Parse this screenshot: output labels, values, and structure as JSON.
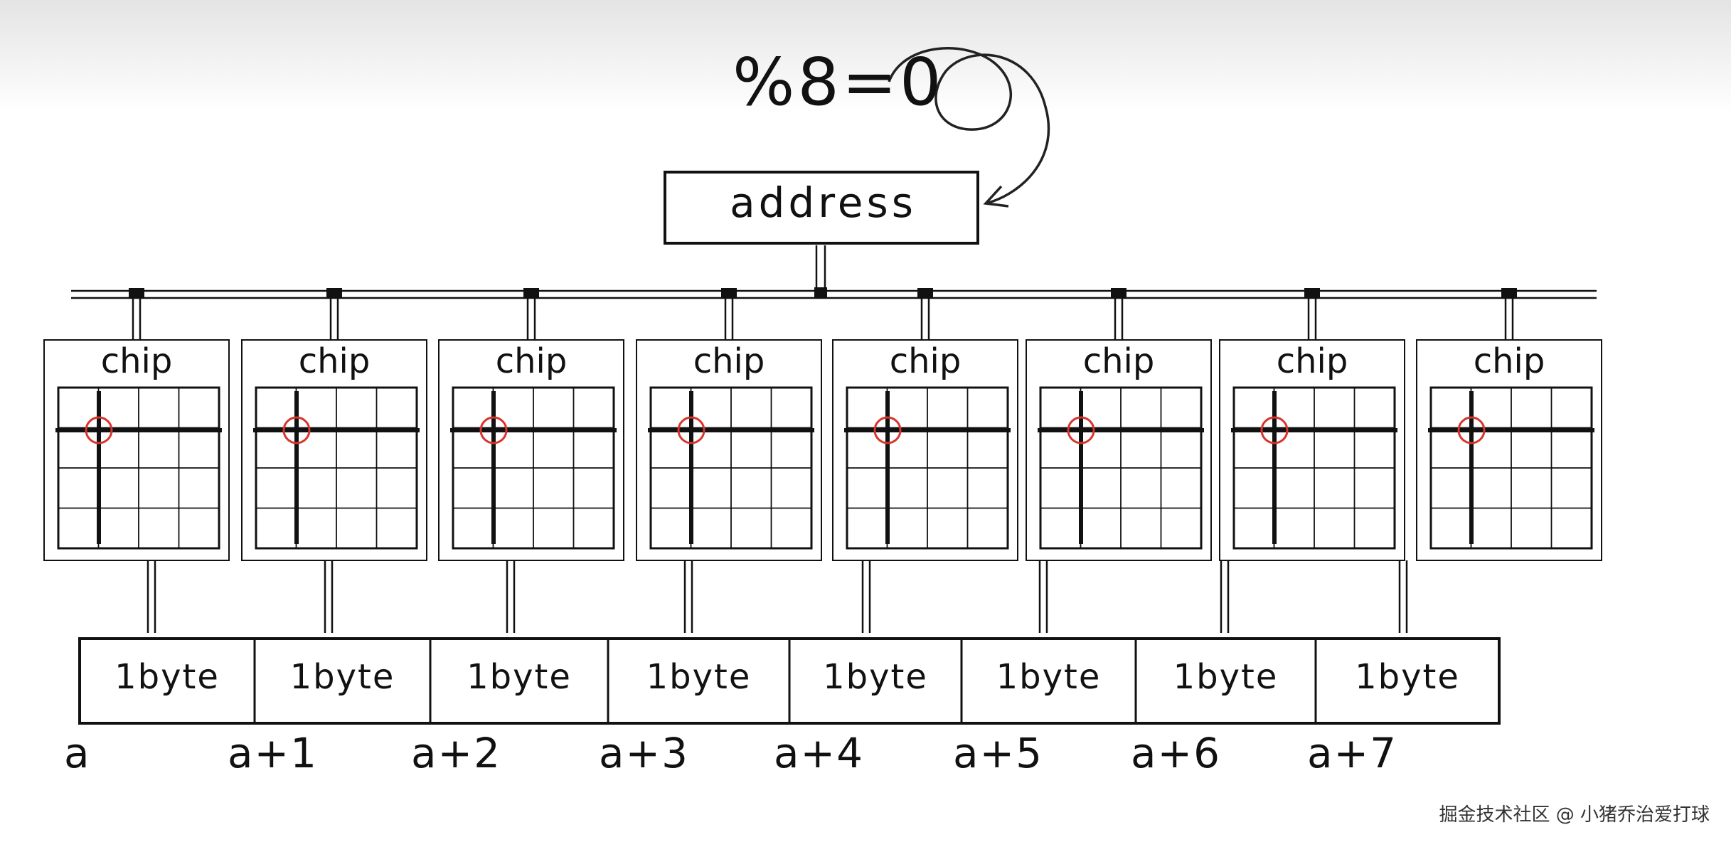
{
  "formula": "%8=0",
  "address_label": "address",
  "chips": [
    {
      "label": "chip"
    },
    {
      "label": "chip"
    },
    {
      "label": "chip"
    },
    {
      "label": "chip"
    },
    {
      "label": "chip"
    },
    {
      "label": "chip"
    },
    {
      "label": "chip"
    },
    {
      "label": "chip"
    }
  ],
  "bytes": [
    {
      "label": "1byte",
      "address": "a"
    },
    {
      "label": "1byte",
      "address": "a+1"
    },
    {
      "label": "1byte",
      "address": "a+2"
    },
    {
      "label": "1byte",
      "address": "a+3"
    },
    {
      "label": "1byte",
      "address": "a+4"
    },
    {
      "label": "1byte",
      "address": "a+5"
    },
    {
      "label": "1byte",
      "address": "a+6"
    },
    {
      "label": "1byte",
      "address": "a+7"
    }
  ],
  "colors": {
    "ink": "#111111",
    "highlight": "#d9342b"
  },
  "watermark": "掘金技术社区 @ 小猪乔治爱打球"
}
